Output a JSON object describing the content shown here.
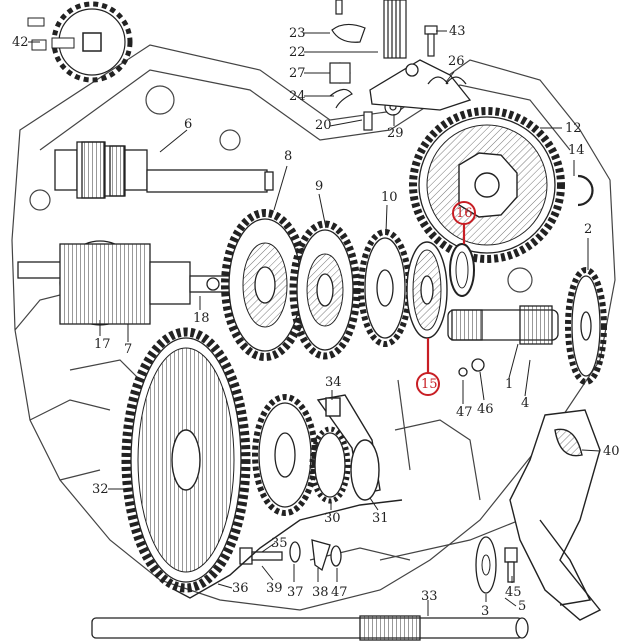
{
  "diagram": {
    "part_numbers": [
      "42",
      "23",
      "43",
      "22",
      "26",
      "27",
      "24",
      "20",
      "29",
      "12",
      "6",
      "8",
      "14",
      "9",
      "10",
      "16",
      "2",
      "7",
      "17",
      "18",
      "15",
      "1",
      "4",
      "34",
      "47",
      "46",
      "40",
      "32",
      "30",
      "31",
      "35",
      "39",
      "37",
      "38",
      "47",
      "36",
      "45",
      "33",
      "3",
      "5"
    ],
    "highlighted": [
      "16",
      "15"
    ],
    "colors": {
      "line": "#222222",
      "highlight": "#c81e24",
      "paper": "#ffffff"
    }
  }
}
